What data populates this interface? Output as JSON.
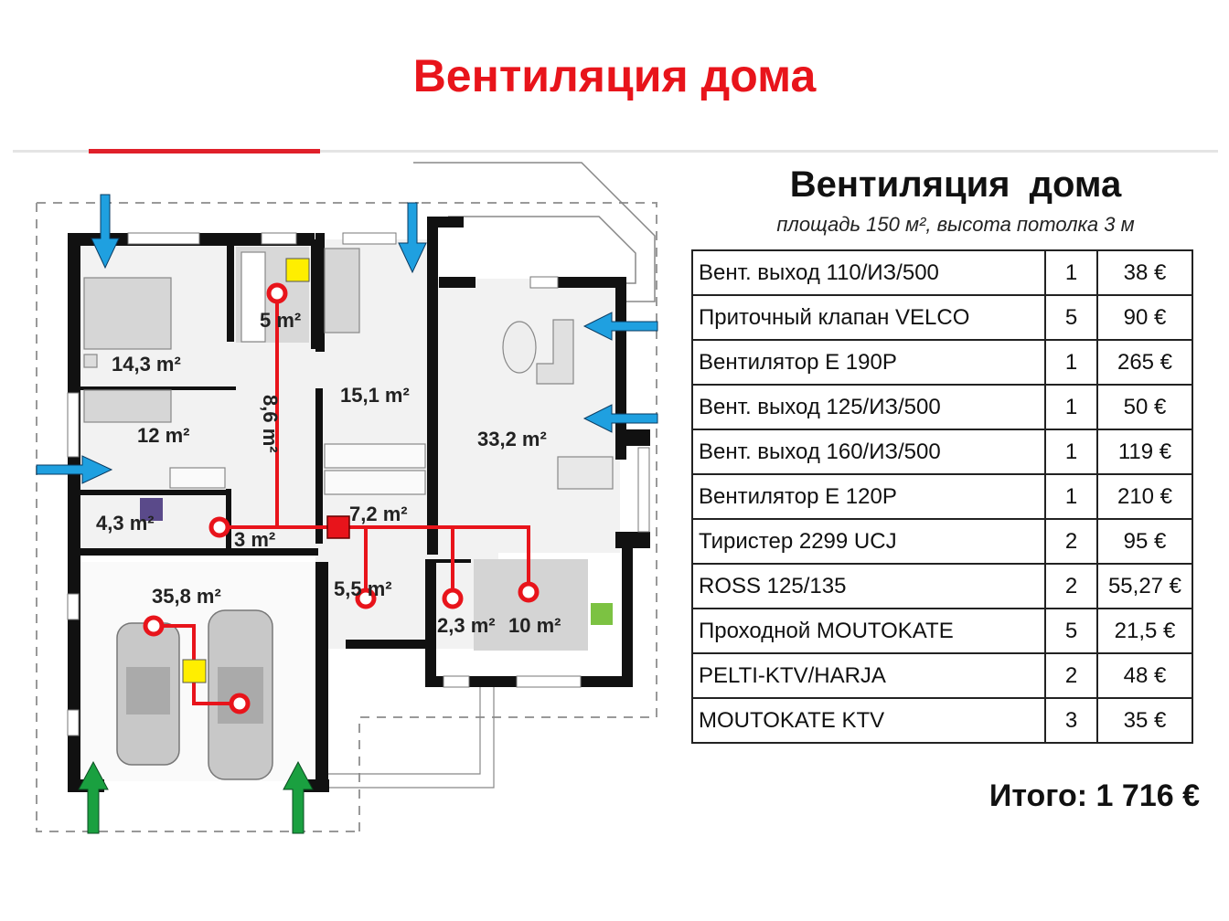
{
  "header": {
    "title": "Вентиляция дома"
  },
  "panel": {
    "title": "Вентиляция  дома",
    "subtitle": "площадь 150 м², высота потолка 3 м"
  },
  "spec_table": {
    "rows": [
      {
        "name": "Вент. выход 110/ИЗ/500",
        "qty": "1",
        "price": "38 €"
      },
      {
        "name": "Приточный клапан VELCO",
        "qty": "5",
        "price": "90 €"
      },
      {
        "name": "Вентилятор Е 190Р",
        "qty": "1",
        "price": "265 €"
      },
      {
        "name": "Вент. выход 125/ИЗ/500",
        "qty": "1",
        "price": "50 €"
      },
      {
        "name": "Вент. выход 160/ИЗ/500",
        "qty": "1",
        "price": "119 €"
      },
      {
        "name": "Вентилятор Е 120Р",
        "qty": "1",
        "price": "210 €"
      },
      {
        "name": "Тиристер 2299 UCJ",
        "qty": "2",
        "price": "95 €"
      },
      {
        "name": "ROSS 125/135",
        "qty": "2",
        "price": "55,27 €"
      },
      {
        "name": "Проходной MOUTOKATE",
        "qty": "5",
        "price": "21,5 €"
      },
      {
        "name": "PELTI-KTV/HARJA",
        "qty": "2",
        "price": "48 €"
      },
      {
        "name": "MOUTOKATE KTV",
        "qty": "3",
        "price": "35 €"
      }
    ],
    "total": "Итого: 1 716 €"
  },
  "floor_plan": {
    "rooms": {
      "bedroom1": "14,3 m²",
      "bathroom": "5 m²",
      "bedroom2": "15,1 m²",
      "bedroom3": "12 m²",
      "corridor": "8,6 m²",
      "living": "33,2 m²",
      "utility": "4,3 m²",
      "wc": "3 m²",
      "hall": "7,2 m²",
      "garage": "35,8 m²",
      "vestibule": "5,5 m²",
      "pantry": "2,3 m²",
      "kitchen": "10 m²"
    },
    "colors": {
      "duct": "#e8141b",
      "supply_arrow": "#1fa0e0",
      "garage_intake_arrow": "#1aa040",
      "fan_yellow": "#ffee00",
      "fan_red": "#e8141b",
      "unit_purple": "#5a4a8a",
      "unit_green": "#7cc242"
    }
  }
}
